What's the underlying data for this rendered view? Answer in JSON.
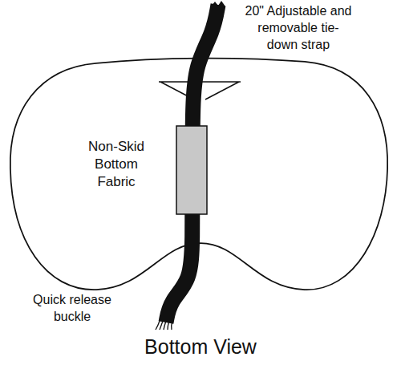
{
  "diagram": {
    "caption": "Bottom View",
    "nodes": [
      {
        "text": [
          "Non-Skid Bottom Fabric"
        ]
      }
    ],
    "labels": [
      "20\" Adjustable and removable tie-down strap",
      "Quick release buckle"
    ]
  }
}
